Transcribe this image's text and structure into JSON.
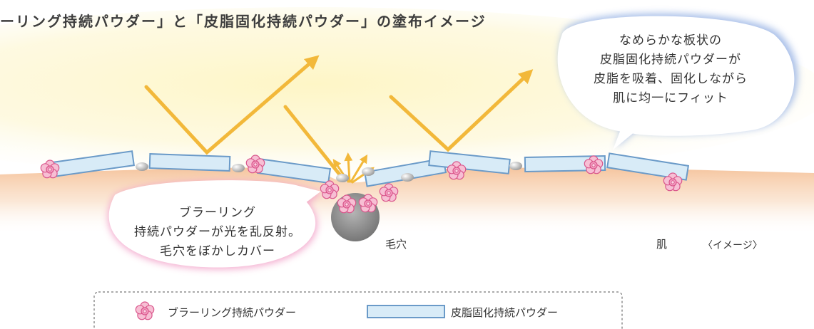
{
  "title": "ーリング持続パウダー」と「皮脂固化持続パウダー」の塗布イメージ",
  "callout_sebum": {
    "lines": [
      "なめらかな板状の",
      "皮脂固化持続パウダーが",
      "皮脂を吸着、固化しながら",
      "肌に均一にフィット"
    ]
  },
  "callout_blur": {
    "lines": [
      "ブラーリング",
      "持続パウダーが光を乱反射。",
      "毛穴をぼかしカバー"
    ]
  },
  "labels": {
    "pore": "毛穴",
    "skin": "肌",
    "image_note": "〈イメージ〉"
  },
  "legend": {
    "blur_powder": "ブラーリング持続パウダー",
    "sebum_powder": "皮脂固化持続パウダー"
  },
  "colors": {
    "skin": "#f6c9a4",
    "light": "#fdf3b8",
    "arrow": "#f2b83a",
    "plate_fill": "#d6eaf6",
    "plate_stroke": "#6a9ac8",
    "flower": "#f3a9c4",
    "flower_stroke": "#d9558b",
    "blue_glow": "#9fb8e6",
    "pink_glow": "#f2a0c8",
    "pore": "#9c9c9c"
  }
}
